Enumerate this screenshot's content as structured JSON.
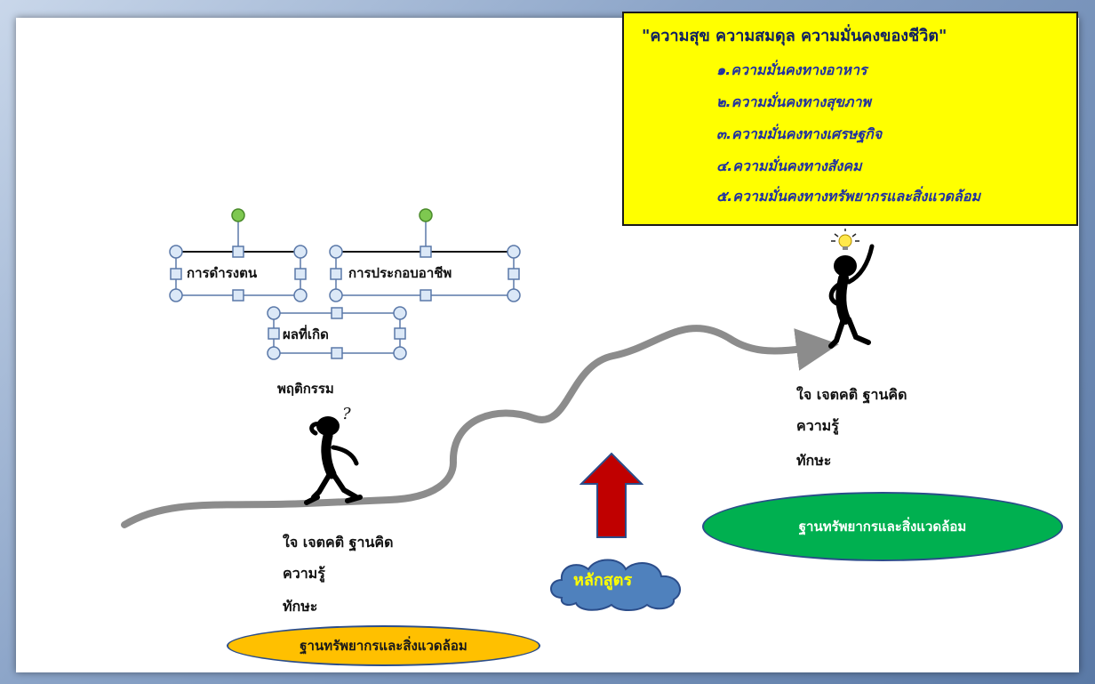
{
  "goal_box": {
    "title": "\"ความสุข ความสมดุล ความมั่นคงของชีวิต\"",
    "items": [
      "๑.ความมั่นคงทางอาหาร",
      "๒.ความมั่นคงทางสุขภาพ",
      "๓.ความมั่นคงทางเศรษฐกิจ",
      "๔.ความมั่นคงทางสังคม",
      "๕.ความมั่นคงทางทรัพยากรและสิ่งแวดล้อม"
    ],
    "background": "#ffff00"
  },
  "selected_boxes": {
    "livelihood": "การดำรงตน",
    "occupation": "การประกอบอาชีพ",
    "outcome": "ผลที่เกิด"
  },
  "behavior_label": "พฤติกรรม",
  "left_person": {
    "line1": "ใจ   เจตคติ   ฐานคิด",
    "line2": "ความรู้",
    "line3": "ทักษะ",
    "base": "ฐานทรัพยากรและสิ่งแวดล้อม",
    "base_color": "#ffc000"
  },
  "right_person": {
    "line1": "ใจ   เจตคติ   ฐานคิด",
    "line2": "ความรู้",
    "line3": "ทักษะ",
    "base": "ฐานทรัพยากรและสิ่งแวดล้อม",
    "base_color": "#00b050"
  },
  "curriculum_cloud": {
    "label": "หลักสูตร",
    "color": "#4f81bd",
    "text_color": "#ffff00"
  },
  "icons": {
    "thinking_person": "question-figure-icon",
    "idea_person": "lightbulb-figure-icon",
    "up_arrow": "red-up-arrow",
    "path_arrow": "gray-curved-arrow"
  }
}
